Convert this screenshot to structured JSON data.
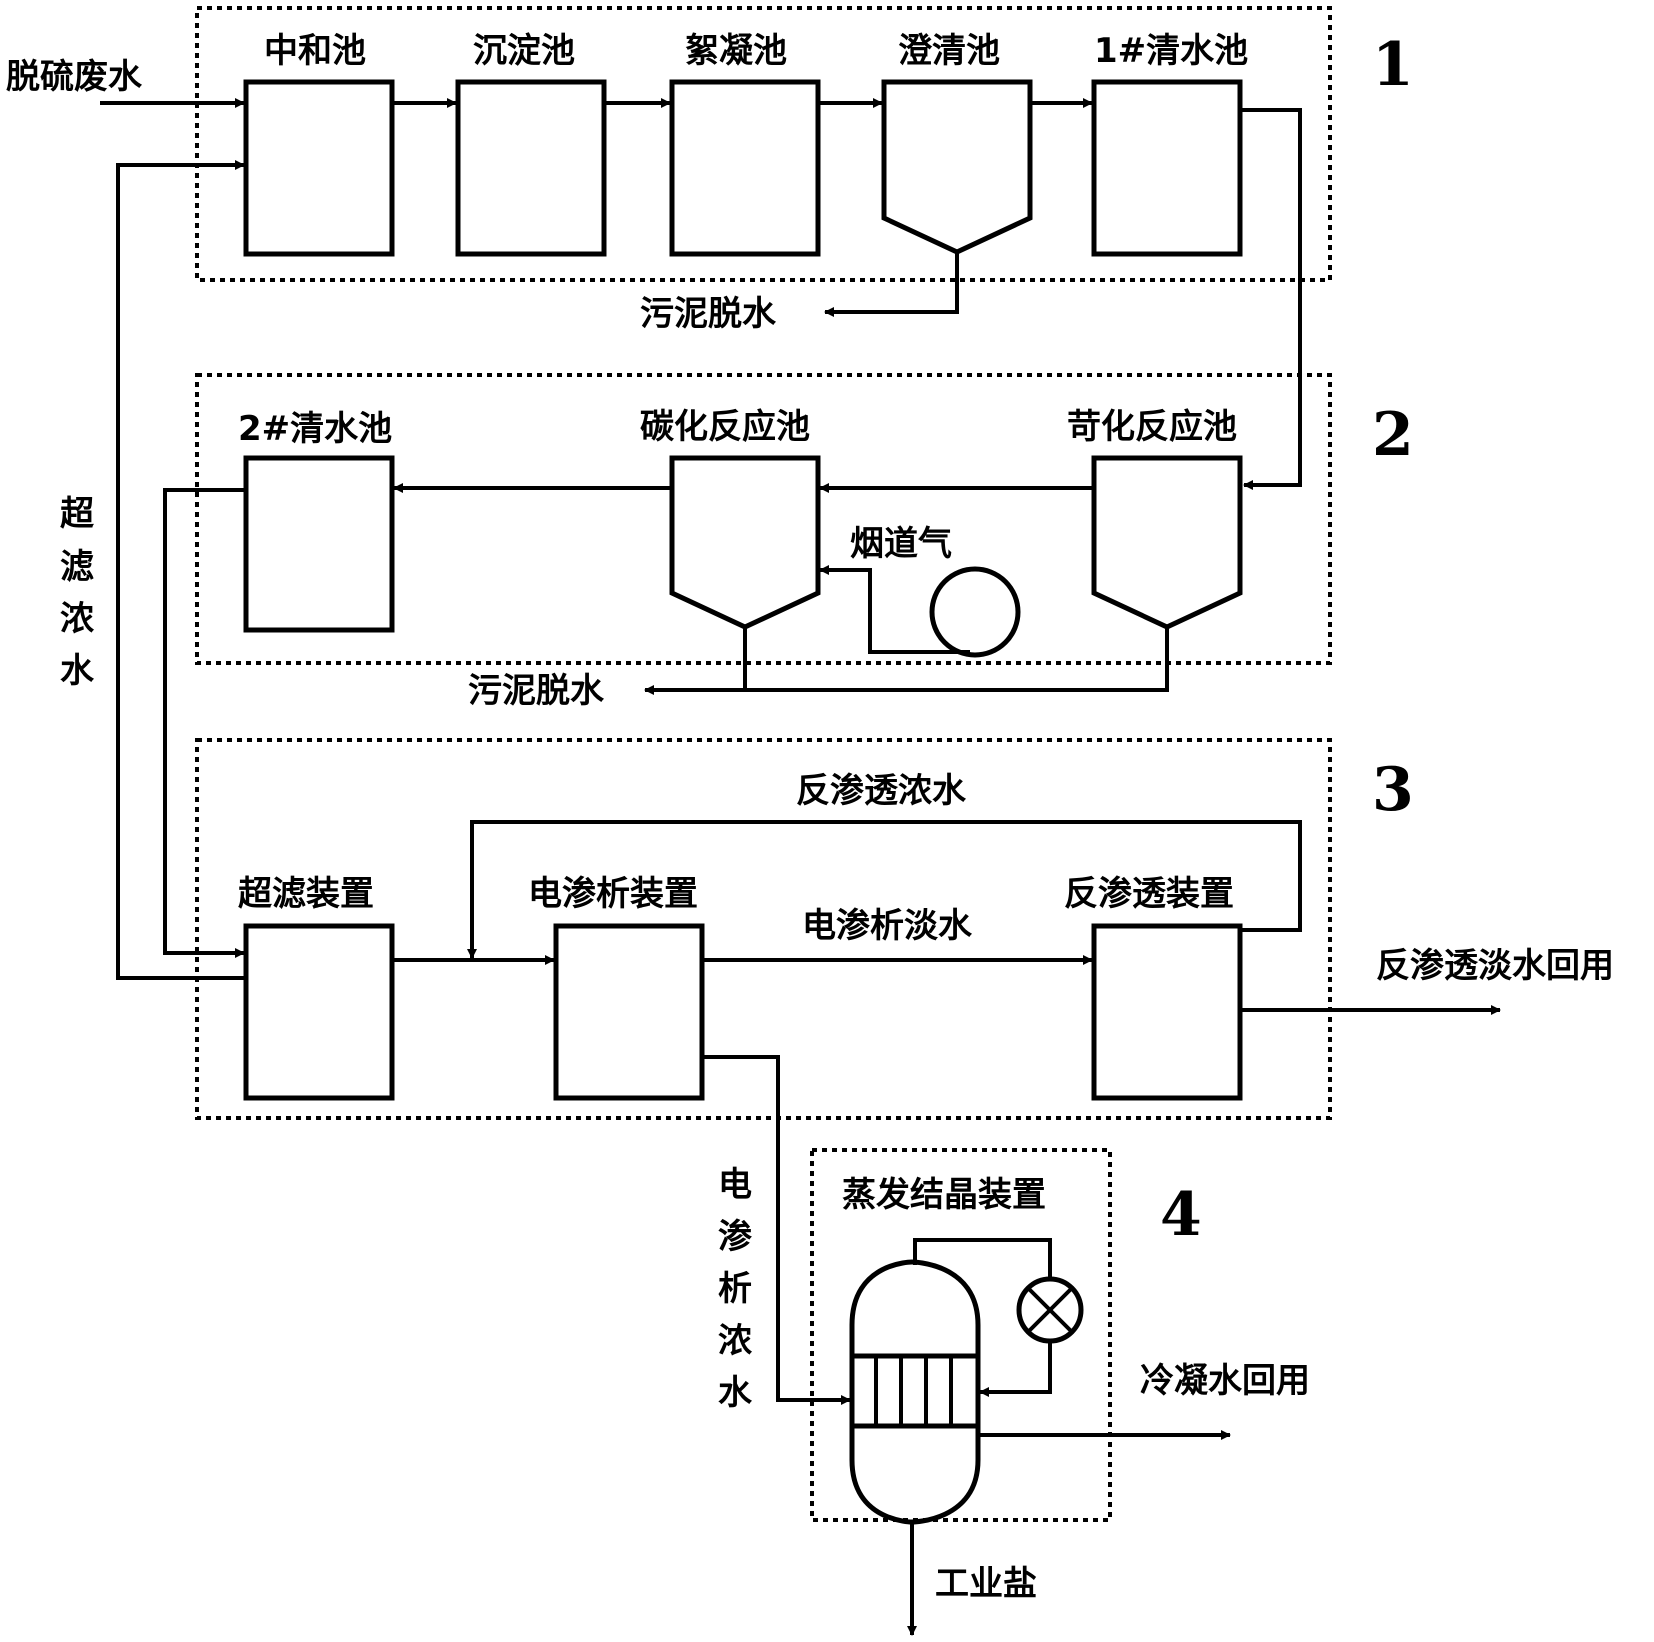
{
  "sections": {
    "s1": "1",
    "s2": "2",
    "s3": "3",
    "s4": "4"
  },
  "s1": {
    "inlet": "脱硫废水",
    "tank1": "中和池",
    "tank2": "沉淀池",
    "tank3": "絮凝池",
    "tank4": "澄清池",
    "tank5": "1#清水池",
    "sludge": "污泥脱水"
  },
  "s2": {
    "tank1": "2#清水池",
    "tank2": "碳化反应池",
    "tank3": "苛化反应池",
    "flue_gas": "烟道气",
    "sludge": "污泥脱水"
  },
  "s3": {
    "uf": "超滤装置",
    "ed": "电渗析装置",
    "ro": "反渗透装置",
    "ed_dilute": "电渗析淡水",
    "ro_concentrate": "反渗透浓水",
    "ro_permeate": "反渗透淡水回用"
  },
  "s4": {
    "title": "蒸发结晶装置",
    "condensate": "冷凝水回用",
    "salt": "工业盐"
  },
  "labels": {
    "uf_concentrate": [
      "超",
      "滤",
      "浓",
      "水"
    ],
    "ed_concentrate": [
      "电",
      "渗",
      "析",
      "浓",
      "水"
    ]
  }
}
